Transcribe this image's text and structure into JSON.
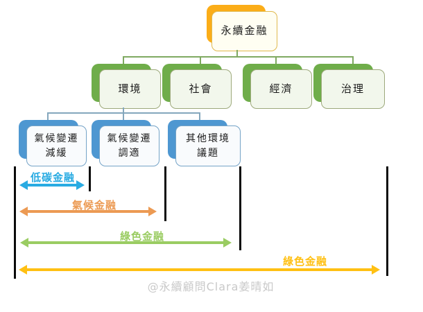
{
  "diagram": {
    "root": {
      "label": "永續金融"
    },
    "pillars": [
      {
        "label": "環境"
      },
      {
        "label": "社會"
      },
      {
        "label": "經濟"
      },
      {
        "label": "治理"
      }
    ],
    "env_children": [
      {
        "line1": "氣候變遷",
        "line2": "減緩"
      },
      {
        "line1": "氣候變遷",
        "line2": "調適"
      },
      {
        "line1": "其他環境",
        "line2": "議題"
      }
    ],
    "spans": [
      {
        "label": "低碳金融",
        "color": "#29ABE2"
      },
      {
        "label": "氣候金融",
        "color": "#EC9A53"
      },
      {
        "label": "綠色金融",
        "color": "#9ACC62"
      },
      {
        "label": "綠色金融",
        "color": "#FFC013"
      }
    ],
    "watermark": "@永續顧問Clara姜晴如",
    "colors": {
      "root_shadow": "#FBAD18",
      "root_front_bg": "#FFFEF2",
      "root_border": "#E0B94E",
      "pillar_shadow": "#6FAD4A",
      "pillar_front_bg": "#F2F7EC",
      "pillar_border": "#9DA97B",
      "child_shadow": "#4E97D1",
      "child_front_bg": "#F9FBFD",
      "child_border": "#74A3C7",
      "connector_top": "#7FA961",
      "connector_env": "#84A7BD",
      "range_bar": "#0A0A0A",
      "watermark_text": "#C9C9C9"
    }
  }
}
